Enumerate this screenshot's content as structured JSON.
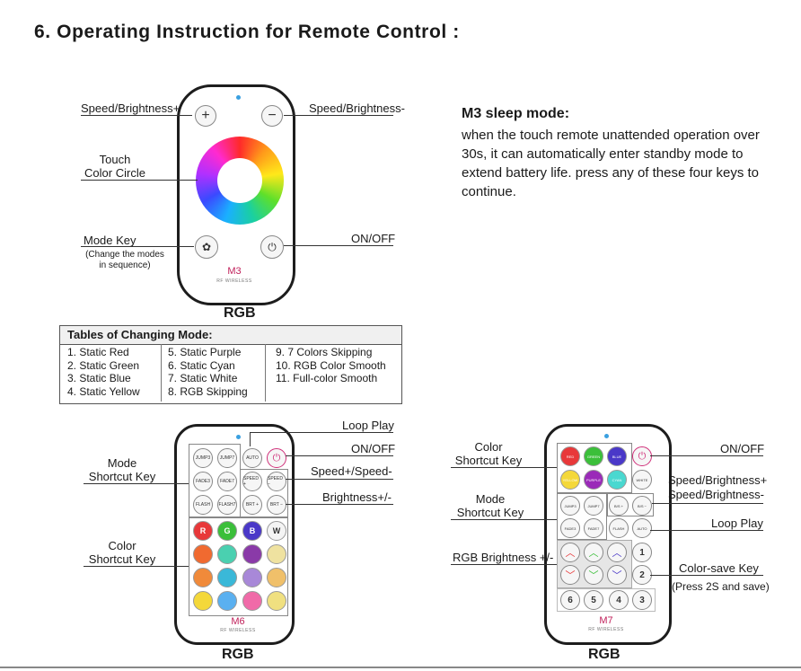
{
  "title": "6. Operating Instruction for Remote Control :",
  "m3": {
    "speed_plus": "Speed/Brightness+",
    "speed_minus": "Speed/Brightness-",
    "touch_line1": "Touch",
    "touch_line2": "Color Circle",
    "mode_key": "Mode Key",
    "mode_note1": "(Change the modes",
    "mode_note2": "in sequence)",
    "on_off": "ON/OFF",
    "btn_plus": "+",
    "btn_minus": "−",
    "brand": "M3",
    "brand_sub": "RF WIRELESS",
    "caption": "RGB"
  },
  "sleep": {
    "title": "M3 sleep mode:",
    "body": "when the touch remote unattended operation over 30s, it can automatically enter standby mode to extend battery life. press any of these four keys to continue."
  },
  "table": {
    "header": "Tables of Changing Mode:",
    "col1": [
      "1. Static Red",
      "2. Static Green",
      "3. Static Blue",
      "4. Static Yellow"
    ],
    "col2": [
      "5. Static Purple",
      "6. Static Cyan",
      "7. Static White",
      "8. RGB Skipping"
    ],
    "col3": [
      "9.  7 Colors Skipping",
      "10. RGB Color Smooth",
      "11. Full-color Smooth"
    ]
  },
  "m6": {
    "loop_play": "Loop Play",
    "on_off": "ON/OFF",
    "speed": "Speed+/Speed-",
    "brightness": "Brightness+/-",
    "mode_line1": "Mode",
    "mode_line2": "Shortcut Key",
    "color_line1": "Color",
    "color_line2": "Shortcut Key",
    "keys": {
      "jump3": "JUMP3",
      "jump7": "JUMP7",
      "auto": "AUTO",
      "fade3": "FADE3",
      "fade7": "FADE7",
      "speed_p": "SPEED +",
      "speed_m": "SPEED −",
      "flash": "FLASH",
      "flash7": "FLASH7",
      "bri_p": "BRT +",
      "bri_m": "BRT −",
      "r": "R",
      "g": "G",
      "b": "B",
      "w": "W"
    },
    "brand": "M6",
    "brand_sub": "RF WIRELESS",
    "caption": "RGB"
  },
  "m7": {
    "color_line1": "Color",
    "color_line2": "Shortcut Key",
    "mode_line1": "Mode",
    "mode_line2": "Shortcut Key",
    "rgb_brightness": "RGB Brightness +/-",
    "on_off": "ON/OFF",
    "speed_plus": "Speed/Brightness+",
    "speed_minus": "Speed/Brightness-",
    "loop_play": "Loop Play",
    "color_save": "Color-save Key",
    "color_save_note": "(Press 2S and save)",
    "keys": {
      "red": "RED",
      "green": "GREEN",
      "blue": "BLUE",
      "yellow": "YELLOW",
      "purple": "PURPLE",
      "cyan": "CYAN",
      "white": "WHITE",
      "jump3": "JUMP3",
      "jump7": "JUMP7",
      "bs_p": "B/S +",
      "bs_m": "B/S −",
      "fade3": "FADE3",
      "fade7": "FADE7",
      "flash": "FLASH",
      "auto": "AUTO",
      "n1": "1",
      "n2": "2",
      "n3": "3",
      "n4": "4",
      "n5": "5",
      "n6": "6"
    },
    "brand": "M7",
    "brand_sub": "RF WIRELESS",
    "caption": "RGB"
  },
  "colors": {
    "pink_power": "#d0307a",
    "led_blue": "#3aa0e0",
    "brand_magenta": "#c0205a"
  }
}
